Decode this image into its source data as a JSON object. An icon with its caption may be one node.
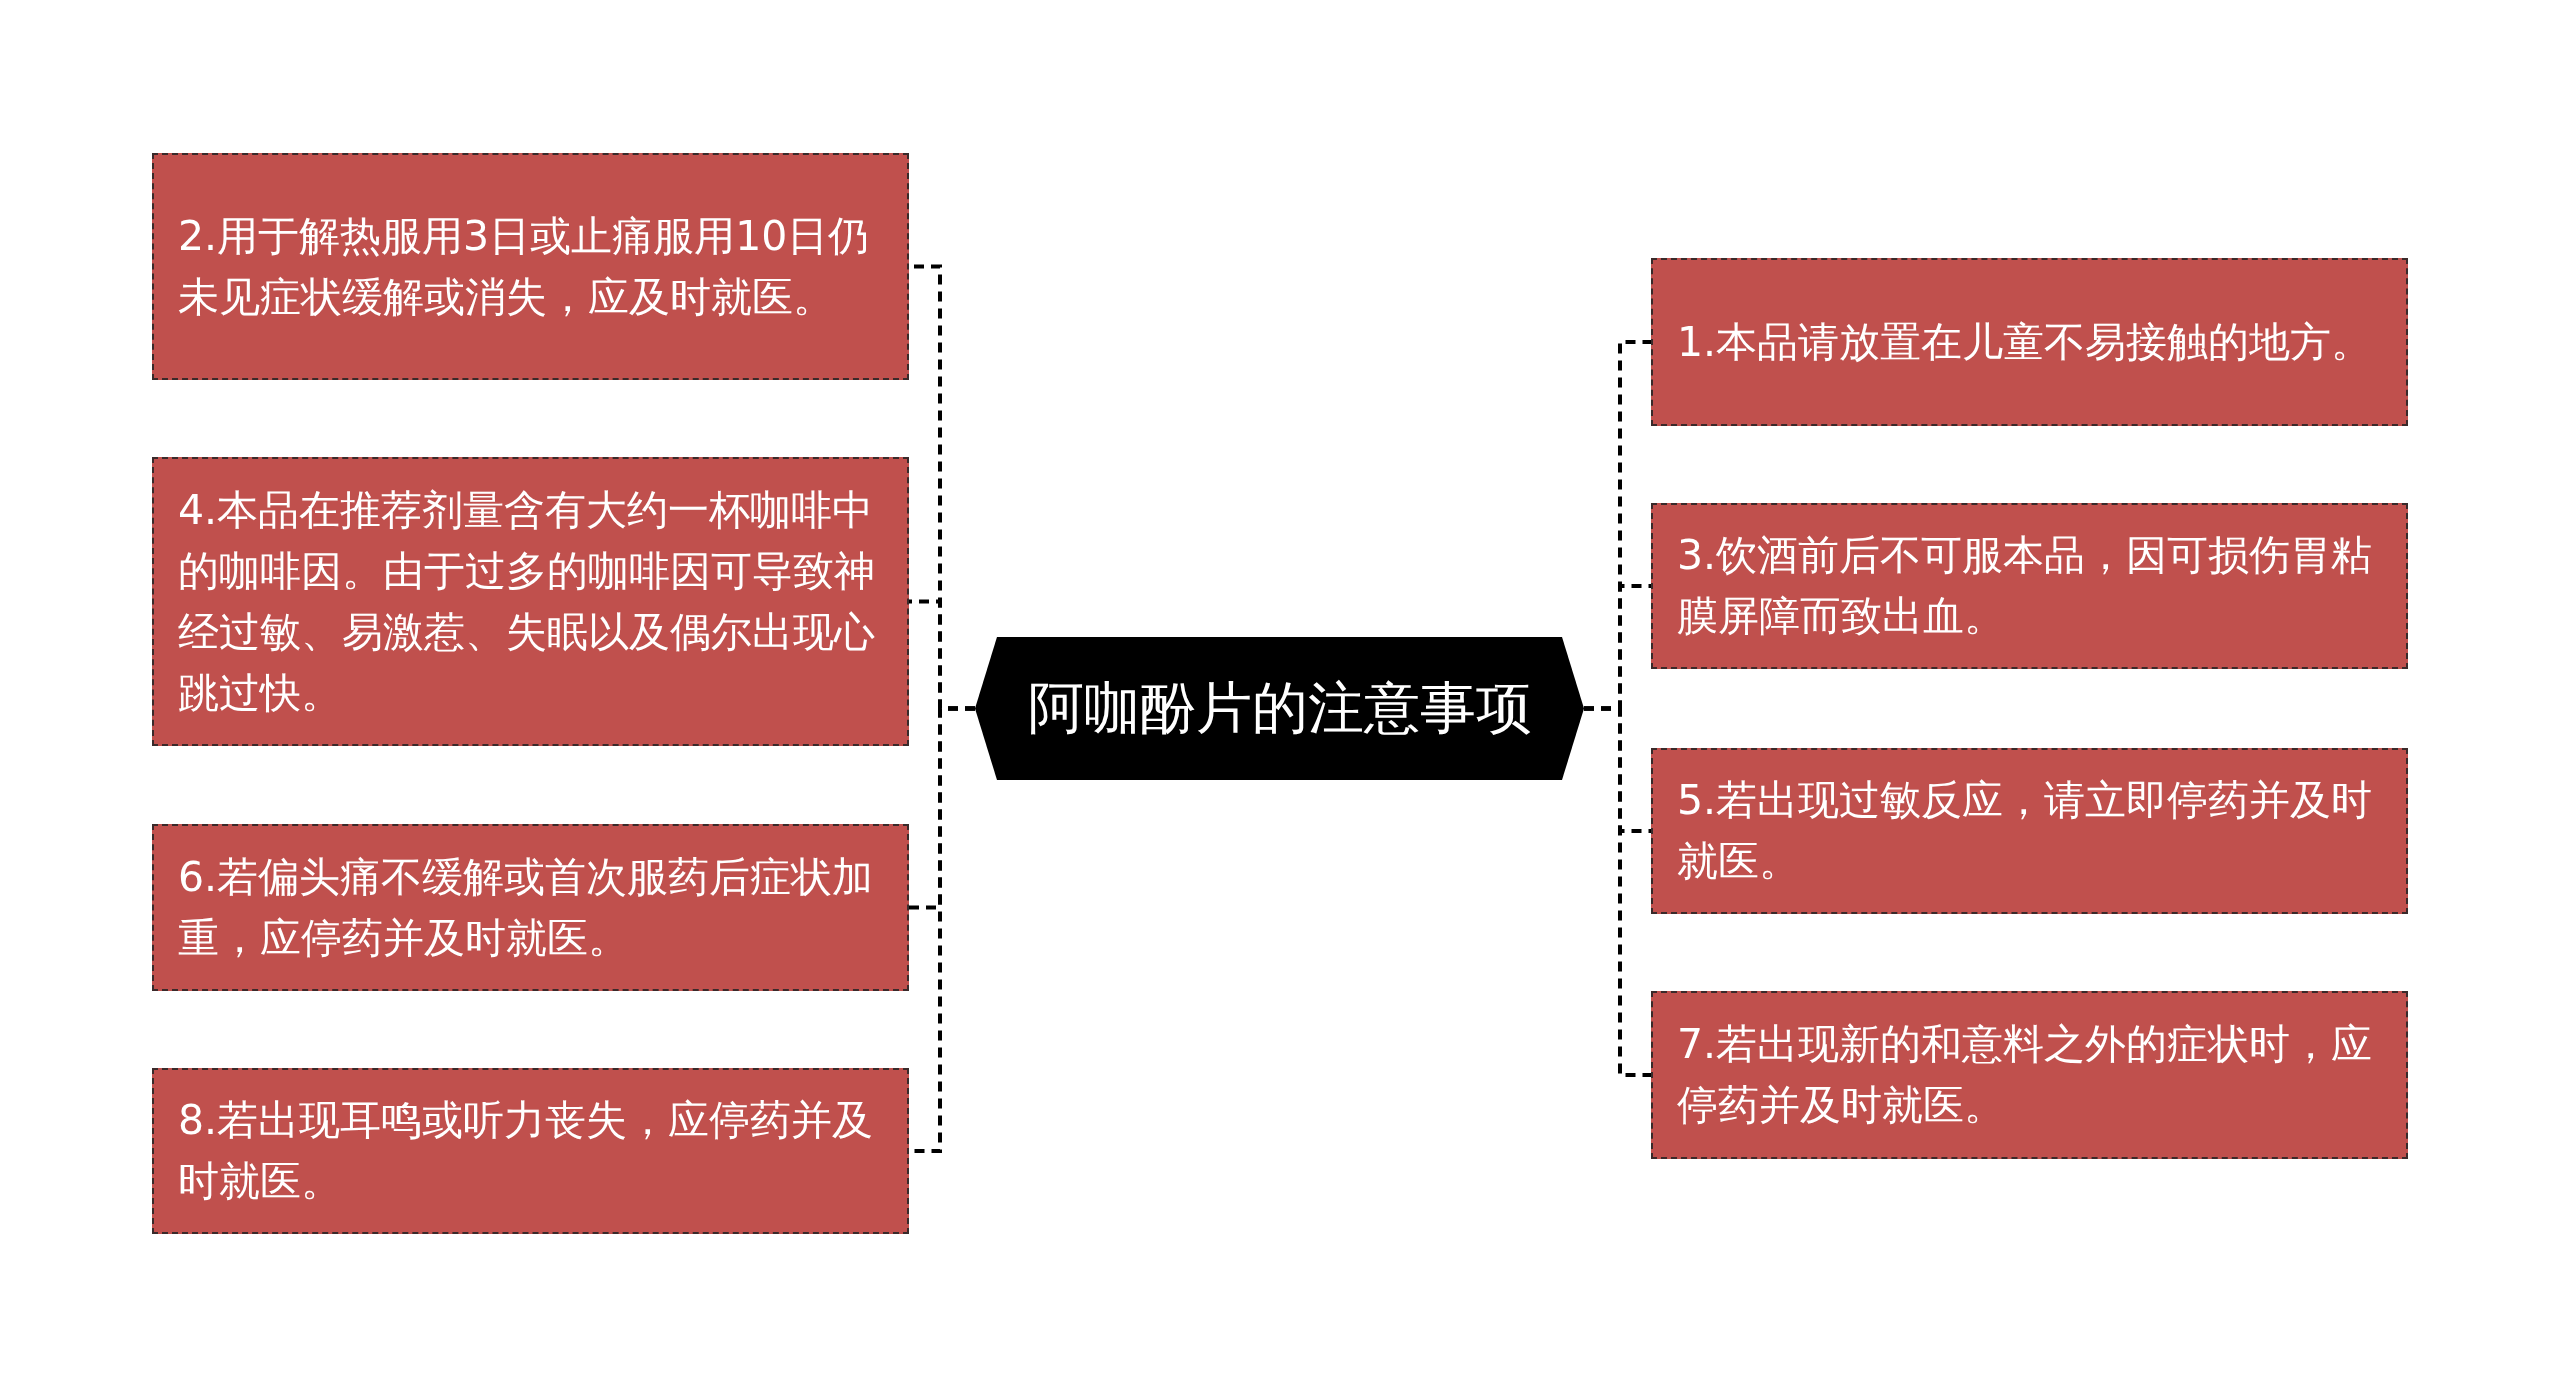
{
  "diagram": {
    "nodes": [
      {
        "text": [
          "阿咖酚片的注意事项"
        ]
      },
      {
        "text": [
          "1.本品请放置在儿童不易接触的地方。"
        ]
      },
      {
        "text": [
          "2.用于解热服用3日或止痛服用10日仍未见症状缓解或消失，应及时就医。"
        ]
      },
      {
        "text": [
          "3.饮酒前后不可服本品，因可损伤胃粘膜屏障而致出血。"
        ]
      },
      {
        "text": [
          "4.本品在推荐剂量含有大约一杯咖啡中的咖啡因。由于过多的咖啡因可导致神经过敏、易激惹、失眠以及偶尔出现心跳过快。"
        ]
      },
      {
        "text": [
          "5.若出现过敏反应，请立即停药并及时就医。"
        ]
      },
      {
        "text": [
          "6.若偏头痛不缓解或首次服药后症状加重，应停药并及时就医。"
        ]
      },
      {
        "text": [
          "7.若出现新的和意料之外的症状时，应停药并及时就医。"
        ]
      },
      {
        "text": [
          "8.若出现耳鸣或听力丧失，应停药并及时就医。"
        ]
      }
    ],
    "edges": [
      {
        "from": 0,
        "to": 1,
        "arrow": "none",
        "style": "dashed"
      },
      {
        "from": 0,
        "to": 2,
        "arrow": "none",
        "style": "dashed"
      },
      {
        "from": 0,
        "to": 3,
        "arrow": "none",
        "style": "dashed"
      },
      {
        "from": 0,
        "to": 4,
        "arrow": "none",
        "style": "dashed"
      },
      {
        "from": 0,
        "to": 5,
        "arrow": "none",
        "style": "dashed"
      },
      {
        "from": 0,
        "to": 6,
        "arrow": "none",
        "style": "dashed"
      },
      {
        "from": 0,
        "to": 7,
        "arrow": "none",
        "style": "dashed"
      },
      {
        "from": 0,
        "to": 8,
        "arrow": "none",
        "style": "dashed"
      }
    ]
  }
}
